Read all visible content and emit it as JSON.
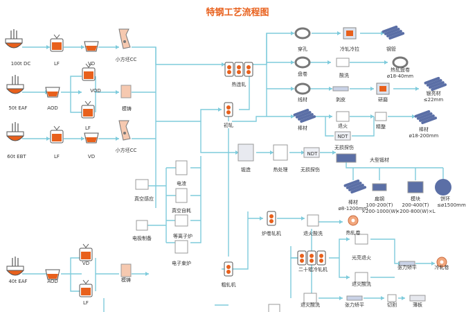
{
  "title": "特钢工艺流程图",
  "colors": {
    "flow": "#7ecbdc",
    "accent": "#e8601c",
    "steel": "#5b6fa6"
  },
  "labels": {
    "t100dc": "100t DC",
    "lf1": "LF",
    "vd1": "VD",
    "cc1": "小方坯CC",
    "t50eaf": "50t EAF",
    "aod1": "AOD",
    "vod": "VOD",
    "lf2": "LF",
    "ingot1": "模铸",
    "t60ebt": "60t EBT",
    "lf3": "LF",
    "vd3": "VD",
    "cc2": "小方坯CC",
    "continuous": "热连轧",
    "rough1": "初轧",
    "forging": "锻造",
    "heat": "热处理",
    "ndt1": "无损探伤",
    "pierce": "穿孔",
    "coldroll": "冷轧冷拉",
    "tube": "钢管",
    "coil": "盘卷",
    "pickle1": "酸洗",
    "hotcoil": "热轧盘卷",
    "hotcoil_dim": "ø18-40mm",
    "wire": "线材",
    "peel": "剥皮",
    "grind": "研磨",
    "silver": "银亮材",
    "silver_dim": "≤22mm",
    "bar": "棒材",
    "anneal1": "退火",
    "ndtbox": "NDT",
    "ndt2": "无损探伤",
    "finish": "精整",
    "bar2": "棒材",
    "bar2_dim": "ø18-200mm",
    "ndtbox2": "NDT",
    "large": "大型锻材",
    "fbar": "棒材",
    "fbar_dim": "ø8-1200mm",
    "fflat": "扁钢",
    "fflat_dim1": "100-200(T)",
    "fflat_dim2": "×200-1000(W)",
    "fblock": "模块",
    "fblock_dim1": "200-400(T)",
    "fblock_dim2": "×200-800(W)×L",
    "fcake": "饼环",
    "fcake_dim": "≤ø1500mm",
    "vim": "真空感应",
    "esr": "电渣",
    "var": "真空自耗",
    "electrode": "电极制备",
    "plasma": "等离子炉",
    "ebm": "电子束炉",
    "steckel": "炉卷轧机",
    "annpick1": "退火酸洗",
    "hotroll": "热轧卷",
    "bright": "光亮退火",
    "tension1": "张力矫平",
    "coldcoil": "冷轧卷",
    "mill20": "二十辊冷轧机",
    "annpick2": "退火酸洗",
    "annpick3": "退火酸洗",
    "tension2": "张力矫平",
    "cut": "切割",
    "sheet": "薄板",
    "roughmill": "粗轧机",
    "t40eaf": "40t EAF",
    "aod2": "AOD",
    "vd4": "VD",
    "lf4": "LF",
    "ingot2": "模铸"
  }
}
